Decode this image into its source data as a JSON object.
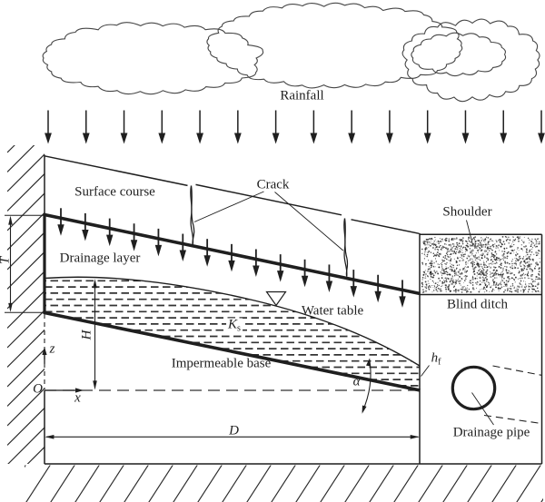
{
  "figure": {
    "labels": {
      "rainfall": "Rainfall",
      "surface_course": "Surface course",
      "drainage_layer": "Drainage layer",
      "crack": "Crack",
      "water_table": "Water table",
      "impermeable_base": "Impermeable base",
      "shoulder": "Shoulder",
      "blind_ditch": "Blind ditch",
      "drainage_pipe": "Drainage pipe"
    },
    "symbols": {
      "layer_thickness": "T",
      "water_head": "H",
      "domain_width": "D",
      "origin": "O",
      "x_axis": "x",
      "z_axis": "z",
      "base_slope_angle": "α",
      "conductivity_main": "K",
      "conductivity_sub": "s",
      "outlet_head_main": "h",
      "outlet_head_sub": "f"
    },
    "colors": {
      "ink": "#1f1f1f",
      "dash_ink": "#333333",
      "background": "#ffffff"
    }
  }
}
